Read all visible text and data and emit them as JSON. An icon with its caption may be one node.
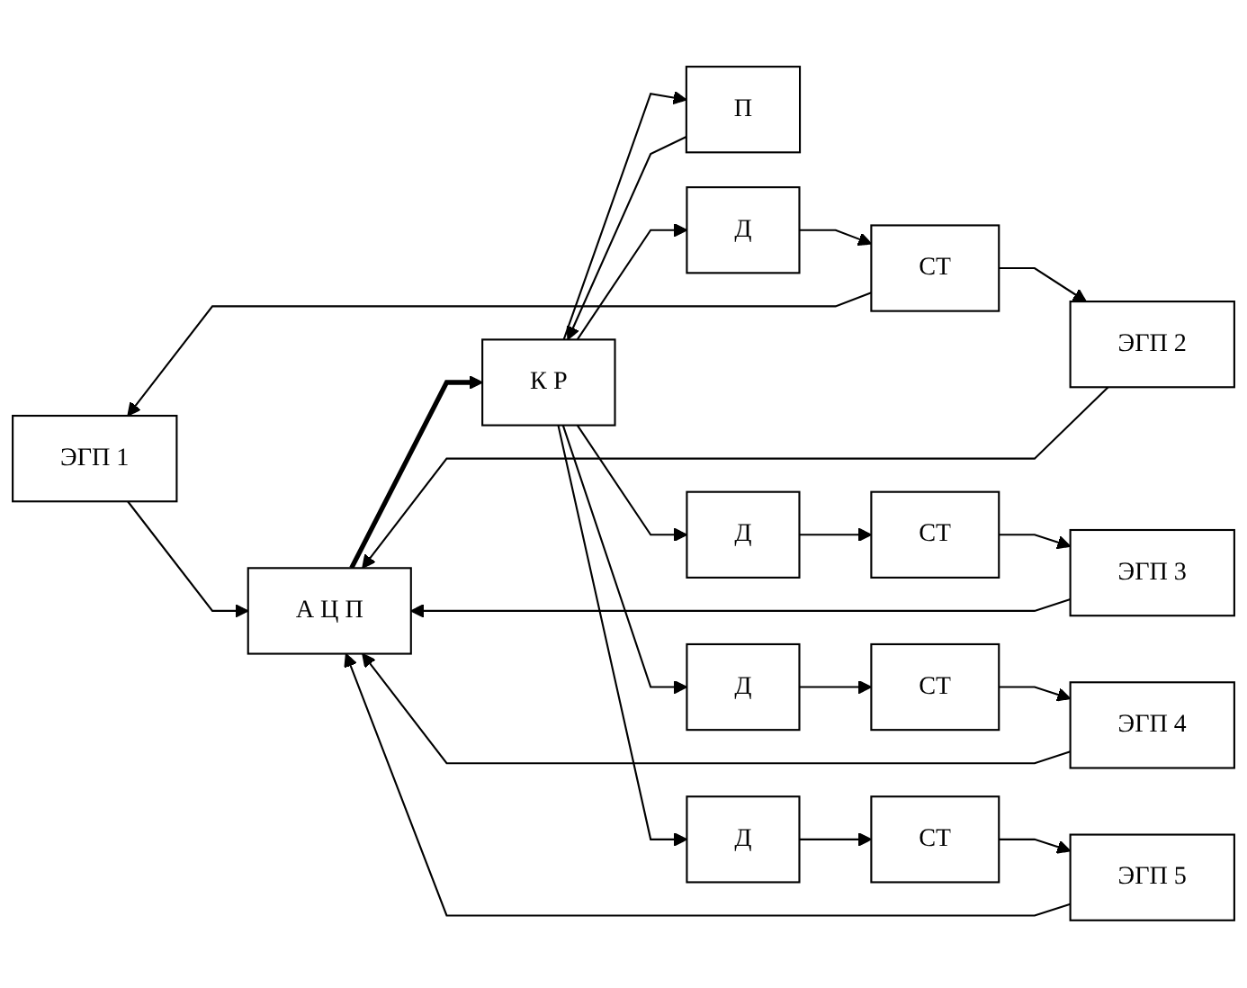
{
  "diagram": {
    "nodes": [
      {
        "text": [
          "ЭГП 1"
        ]
      },
      {
        "text": [
          "ЭГП 2"
        ]
      },
      {
        "text": [
          "ЭГП 3"
        ]
      },
      {
        "text": [
          "ЭГП 4"
        ]
      },
      {
        "text": [
          "ЭГП 5"
        ]
      },
      {
        "text": [
          "А Ц П"
        ]
      },
      {
        "text": [
          "К Р"
        ]
      },
      {
        "text": [
          "П"
        ]
      },
      {
        "text": [
          "Д"
        ]
      },
      {
        "text": [
          "Д"
        ]
      },
      {
        "text": [
          "Д"
        ]
      },
      {
        "text": [
          "Д"
        ]
      },
      {
        "text": [
          "СТ"
        ]
      },
      {
        "text": [
          "СТ"
        ]
      },
      {
        "text": [
          "СТ"
        ]
      },
      {
        "text": [
          "СТ"
        ]
      }
    ],
    "edges": [
      {
        "from": 0,
        "to": 5,
        "arrow": "to"
      },
      {
        "from": 1,
        "to": 5,
        "arrow": "to"
      },
      {
        "from": 2,
        "to": 5,
        "arrow": "to"
      },
      {
        "from": 3,
        "to": 5,
        "arrow": "to"
      },
      {
        "from": 4,
        "to": 5,
        "arrow": "to"
      },
      {
        "from": 5,
        "to": 6,
        "arrow": "to",
        "style": "thick"
      },
      {
        "from": 6,
        "to": 8,
        "arrow": "to"
      },
      {
        "from": 6,
        "to": 9,
        "arrow": "to"
      },
      {
        "from": 6,
        "to": 10,
        "arrow": "to"
      },
      {
        "from": 6,
        "to": 11,
        "arrow": "to"
      },
      {
        "from": 7,
        "to": 6,
        "arrow": "to"
      },
      {
        "from": 6,
        "to": 7,
        "arrow": "to"
      },
      {
        "from": 8,
        "to": 12,
        "arrow": "to"
      },
      {
        "from": 9,
        "to": 13,
        "arrow": "to"
      },
      {
        "from": 10,
        "to": 14,
        "arrow": "to"
      },
      {
        "from": 11,
        "to": 15,
        "arrow": "to"
      },
      {
        "from": 12,
        "to": 0,
        "arrow": "to"
      },
      {
        "from": 12,
        "to": 1,
        "arrow": "to"
      },
      {
        "from": 13,
        "to": 2,
        "arrow": "to"
      },
      {
        "from": 14,
        "to": 3,
        "arrow": "to"
      },
      {
        "from": 15,
        "to": 4,
        "arrow": "to"
      }
    ]
  }
}
